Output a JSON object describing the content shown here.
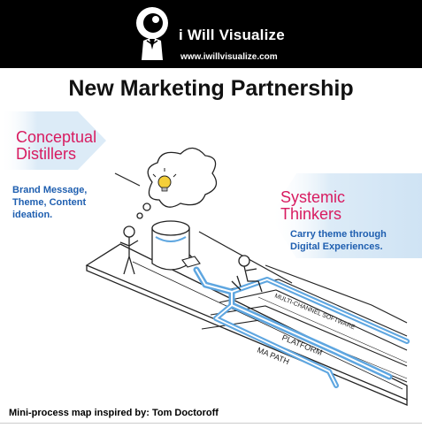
{
  "header": {
    "brand": "i Will Visualize",
    "url": "www.iwillvisualize.com",
    "logo_icon": "eye-head-suit-icon"
  },
  "title": "New Marketing Partnership",
  "left_group": {
    "heading_line1": "Conceptual",
    "heading_line2": "Distillers",
    "desc_line1": "Brand Message,",
    "desc_line2": "Theme, Content",
    "desc_line3": "ideation."
  },
  "right_group": {
    "heading_line1": "Systemic",
    "heading_line2": "Thinkers",
    "desc_line1": "Carry theme through",
    "desc_line2": "Digital Experiences."
  },
  "diagram_labels": {
    "channel_1": "MULTI-CHANNEL SOFTWARE",
    "channel_2": "PLATFORM",
    "channel_3": "MA PATH"
  },
  "caption": "Mini-process map inspired by: Tom Doctoroff",
  "colors": {
    "header_bg": "#000000",
    "heading": "#d81b60",
    "description": "#1f5fb0",
    "pipe": "#5ea6e0",
    "banner": "#dcebf7"
  }
}
